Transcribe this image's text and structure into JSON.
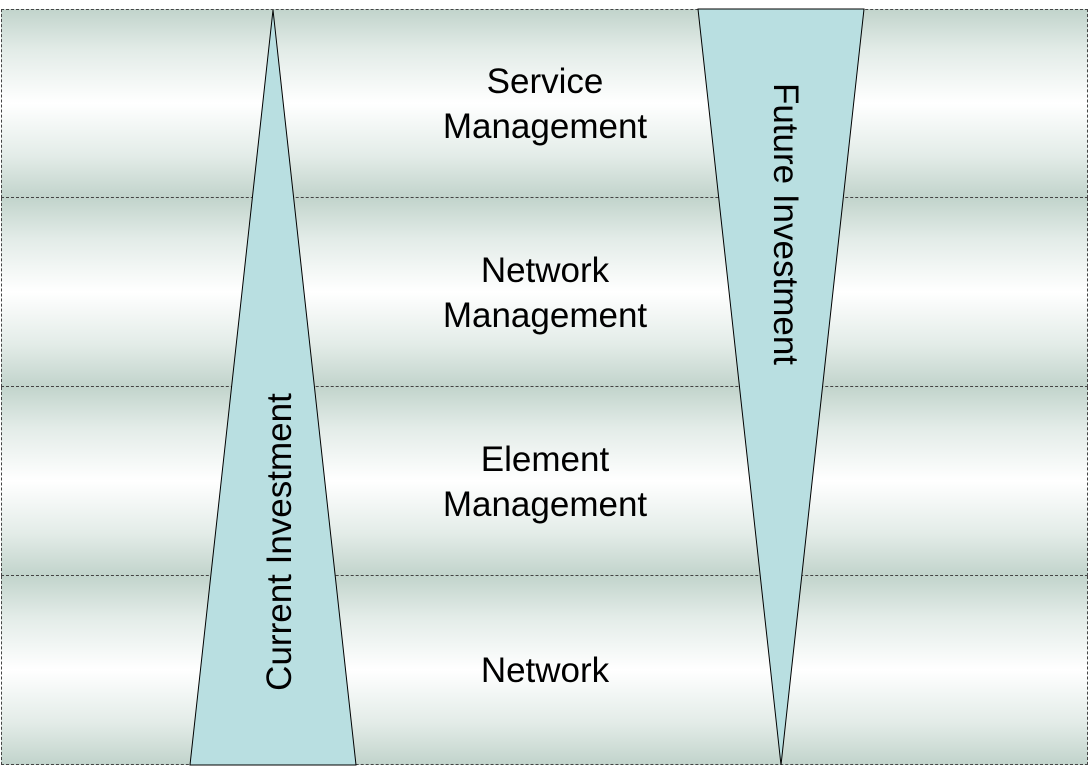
{
  "layers": [
    {
      "line1": "Service",
      "line2": "Management"
    },
    {
      "line1": "Network",
      "line2": "Management"
    },
    {
      "line1": "Element",
      "line2": "Management"
    },
    {
      "line1": "Network",
      "line2": ""
    }
  ],
  "current_investment": {
    "label": "Current Investment",
    "fill": "#b9dfe1"
  },
  "future_investment": {
    "label": "Future Investment",
    "fill": "#b9dfe1"
  }
}
